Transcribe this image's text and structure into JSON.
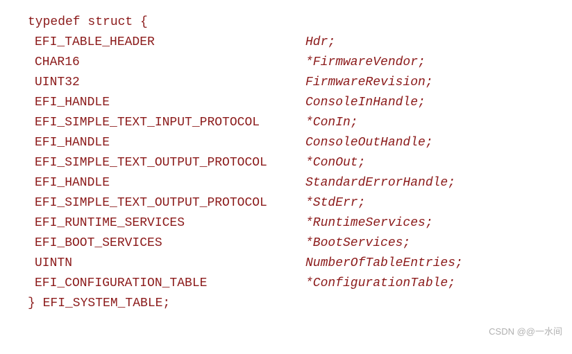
{
  "code": {
    "open": "typedef struct {",
    "fields": [
      {
        "type": "EFI_TABLE_HEADER",
        "name": "Hdr;"
      },
      {
        "type": "CHAR16",
        "name": "*FirmwareVendor;"
      },
      {
        "type": "UINT32",
        "name": "FirmwareRevision;"
      },
      {
        "type": "EFI_HANDLE",
        "name": "ConsoleInHandle;"
      },
      {
        "type": "EFI_SIMPLE_TEXT_INPUT_PROTOCOL",
        "name": "*ConIn;"
      },
      {
        "type": "EFI_HANDLE",
        "name": "ConsoleOutHandle;"
      },
      {
        "type": "EFI_SIMPLE_TEXT_OUTPUT_PROTOCOL",
        "name": "*ConOut;"
      },
      {
        "type": "EFI_HANDLE",
        "name": "StandardErrorHandle;"
      },
      {
        "type": "EFI_SIMPLE_TEXT_OUTPUT_PROTOCOL",
        "name": "*StdErr;"
      },
      {
        "type": "EFI_RUNTIME_SERVICES",
        "name": "*RuntimeServices;"
      },
      {
        "type": "EFI_BOOT_SERVICES",
        "name": "*BootServices;"
      },
      {
        "type": "UINTN",
        "name": "NumberOfTableEntries;"
      },
      {
        "type": "EFI_CONFIGURATION_TABLE",
        "name": "*ConfigurationTable;"
      }
    ],
    "close": "} EFI_SYSTEM_TABLE;"
  },
  "watermark": "CSDN @@一水间",
  "colors": {
    "code_text": "#8b1a1a",
    "watermark": "#b0b0b0",
    "background": "#ffffff"
  }
}
